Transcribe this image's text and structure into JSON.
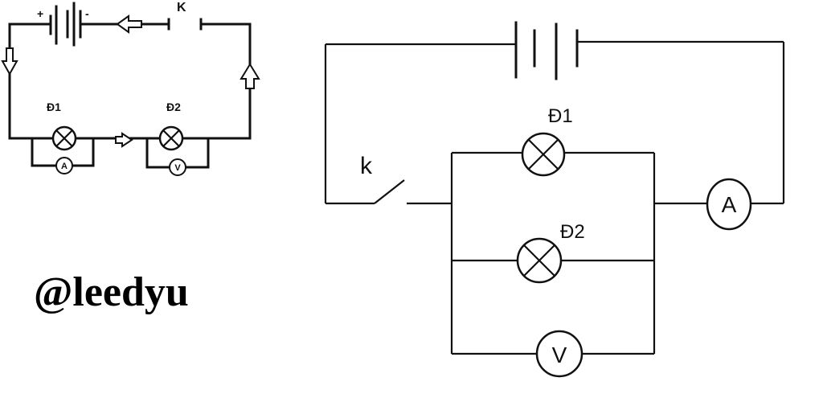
{
  "left_circuit": {
    "battery_plus": "+",
    "battery_minus": "-",
    "switch_label": "K",
    "lamp1_label": "Đ1",
    "lamp2_label": "Đ2",
    "ammeter_label": "A",
    "voltmeter_label": "V"
  },
  "right_circuit": {
    "switch_label": "k",
    "lamp1_label": "Đ1",
    "lamp2_label": "Đ2",
    "ammeter_label": "A",
    "voltmeter_label": "V"
  },
  "watermark": "@leedyu"
}
